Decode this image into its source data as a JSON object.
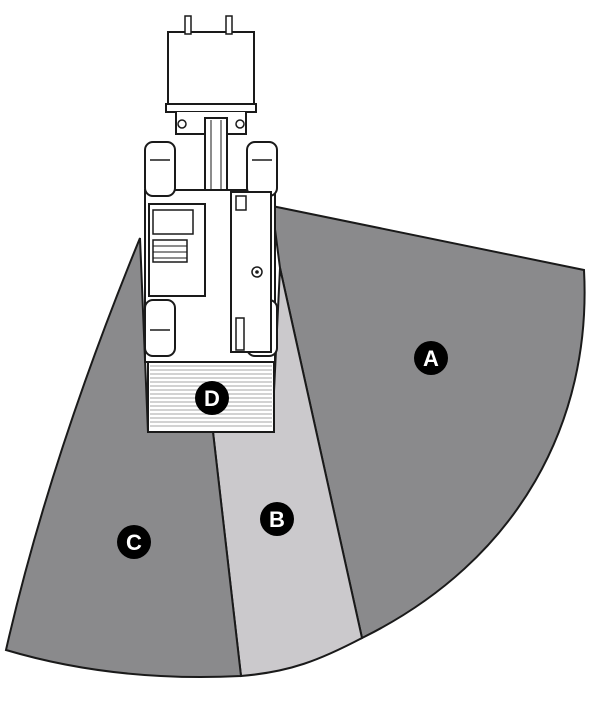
{
  "zones": [
    {
      "id": "zone-a",
      "label": "A",
      "color": "#8a8a8c"
    },
    {
      "id": "zone-b",
      "label": "B",
      "color": "#cbc9cc"
    },
    {
      "id": "zone-c",
      "label": "C",
      "color": "#8a8a8c"
    },
    {
      "id": "zone-d",
      "label": "D",
      "color": "#ffffff"
    }
  ],
  "colors": {
    "outline": "#1a1a1a",
    "machine_fill": "#ffffff",
    "label_disc": "#000000",
    "label_text": "#ffffff"
  },
  "icons": {
    "machine": "compact-excavator-top-view-icon"
  }
}
